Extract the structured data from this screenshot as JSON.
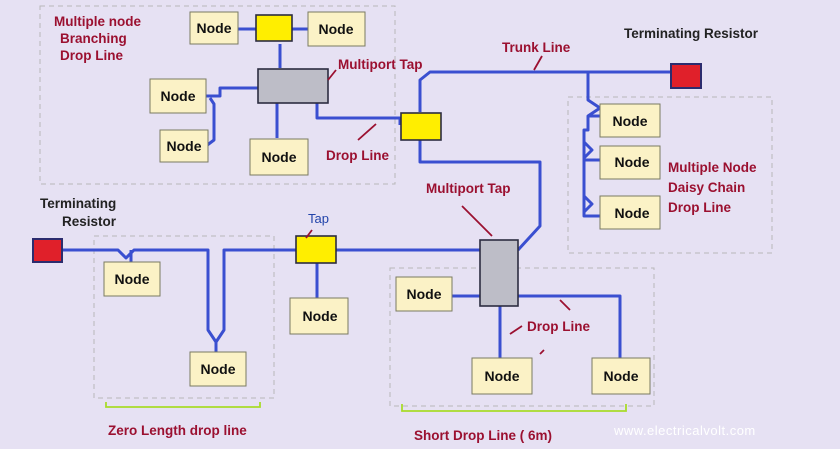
{
  "node_label": "Node",
  "labels": {
    "branching": [
      "Multiple node",
      "Branching",
      "Drop Line"
    ],
    "multiport_tap_top": "Multiport Tap",
    "drop_line_top": "Drop Line",
    "trunk_line": "Trunk Line",
    "terminating_resistor_right": "Terminating Resistor",
    "daisy_chain": [
      "Multiple Node",
      "Daisy Chain",
      "Drop Line"
    ],
    "multiport_tap_bottom": "Multiport Tap",
    "tap": "Tap",
    "terminating_resistor_left": [
      "Terminating",
      "Resistor"
    ],
    "drop_line_bottom": "Drop Line",
    "zero_length": "Zero Length drop line",
    "short_drop": "Short Drop Line ( 6m)",
    "watermark": "www.electricalvolt.com"
  },
  "colors": {
    "background": "#e6e1f3",
    "wire": "#3a4fd0",
    "node_fill": "#fbf2c6",
    "tap": "#ffee00",
    "multiport_tap": "#bdbdc7",
    "terminating_resistor": "#e0202a",
    "label_red": "#9b1030",
    "bracket": "#a8dc2a"
  }
}
